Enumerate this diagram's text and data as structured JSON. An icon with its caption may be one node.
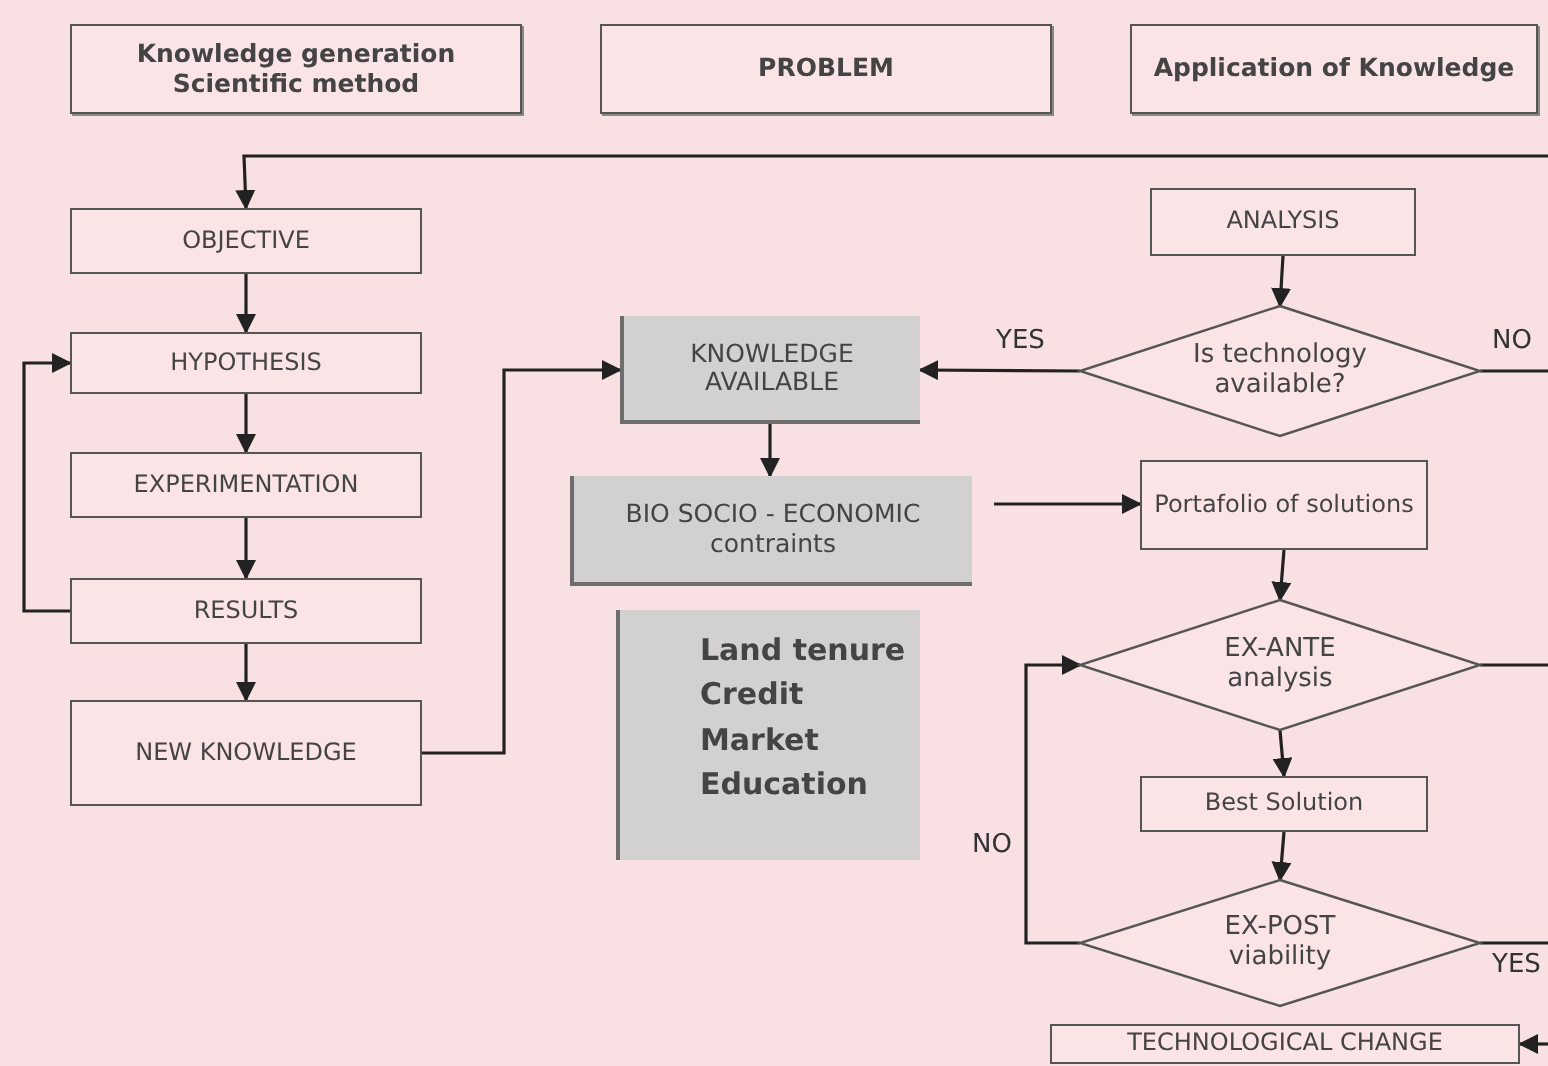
{
  "diagram": {
    "nodes": [
      {
        "text": [
          "Knowledge generation Scientific method"
        ]
      },
      {
        "text": [
          "PROBLEM"
        ]
      },
      {
        "text": [
          "Application of Knowledge"
        ]
      },
      {
        "text": [
          "OBJECTIVE"
        ]
      },
      {
        "text": [
          "HYPOTHESIS"
        ]
      },
      {
        "text": [
          "EXPERIMENTATION"
        ]
      },
      {
        "text": [
          "RESULTS"
        ]
      },
      {
        "text": [
          "NEW KNOWLEDGE"
        ]
      },
      {
        "text": [
          "KNOWLEDGE AVAILABLE"
        ]
      },
      {
        "text": [
          "BIO SOCIO - ECONOMIC contraints"
        ]
      },
      {
        "text": [
          "Land tenure",
          "Credit",
          "Market",
          "Education"
        ]
      },
      {
        "text": [
          "ANALYSIS"
        ]
      },
      {
        "text": [
          "Is technology available?"
        ]
      },
      {
        "text": [
          "Portafolio of solutions"
        ]
      },
      {
        "text": [
          "EX-ANTE analysis"
        ]
      },
      {
        "text": [
          "Best Solution"
        ]
      },
      {
        "text": [
          "EX-POST viability"
        ]
      },
      {
        "text": [
          "TECHNOLOGICAL CHANGE"
        ]
      }
    ],
    "edges": [
      {
        "from": null,
        "to": 3,
        "arrow": "to"
      },
      {
        "from": 3,
        "to": 4,
        "arrow": "to"
      },
      {
        "from": 4,
        "to": 5,
        "arrow": "to"
      },
      {
        "from": 5,
        "to": 6,
        "arrow": "to"
      },
      {
        "from": 6,
        "to": 7,
        "arrow": "to"
      },
      {
        "from": 6,
        "to": 4,
        "arrow": "to"
      },
      {
        "from": 7,
        "to": 8,
        "arrow": "to"
      },
      {
        "from": 12,
        "to": 8,
        "arrow": "to",
        "label": "YES"
      },
      {
        "from": 12,
        "to": null,
        "arrow": "none",
        "label": "NO"
      },
      {
        "from": 8,
        "to": 9,
        "arrow": "to"
      },
      {
        "from": 9,
        "to": 13,
        "arrow": "to"
      },
      {
        "from": 11,
        "to": 12,
        "arrow": "to"
      },
      {
        "from": 13,
        "to": 14,
        "arrow": "to"
      },
      {
        "from": 14,
        "to": 15,
        "arrow": "to"
      },
      {
        "from": 15,
        "to": 16,
        "arrow": "to"
      },
      {
        "from": 16,
        "to": 14,
        "arrow": "to",
        "label": "NO"
      },
      {
        "from": 14,
        "to": null,
        "arrow": "none"
      },
      {
        "from": 16,
        "to": null,
        "arrow": "none",
        "label": "YES"
      },
      {
        "from": null,
        "to": 17,
        "arrow": "to"
      }
    ]
  }
}
